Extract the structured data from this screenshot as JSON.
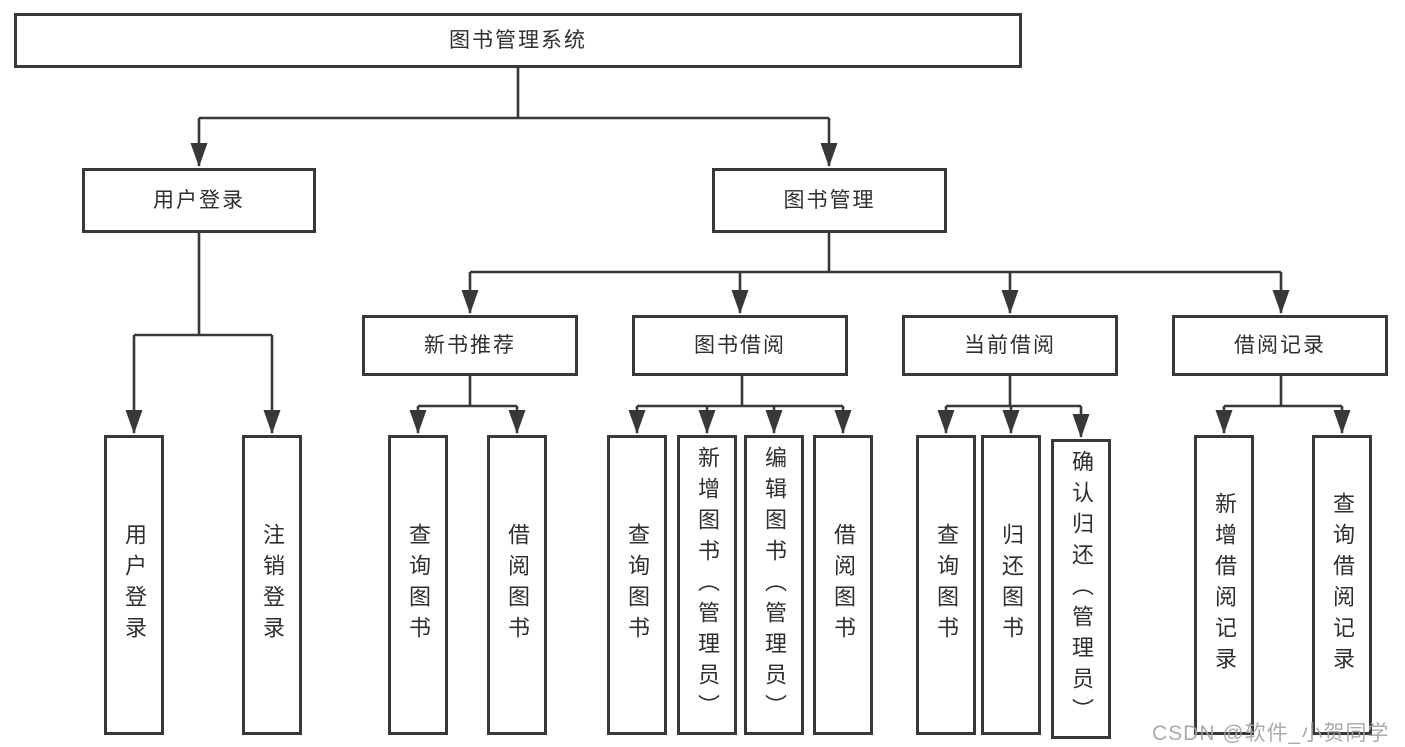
{
  "diagram": {
    "type": "hierarchy-tree",
    "colors": {
      "line": "#383838",
      "box_border": "#383838",
      "box_background": "#ffffff",
      "text": "#2f2f2f",
      "watermark": "#a4a4a4"
    },
    "nodes": {
      "root": "图书管理系统",
      "user_login": "用户登录",
      "book_mgmt": "图书管理",
      "new_book_rec": "新书推荐",
      "book_borrow": "图书借阅",
      "current_borrow": "当前借阅",
      "borrow_record": "借阅记录",
      "leaf_user_login": "用户登录",
      "leaf_logout": "注销登录",
      "leaf_nb_query": "查询图书",
      "leaf_nb_borrow": "借阅图书",
      "leaf_bb_query": "查询图书",
      "leaf_bb_add": "新增图书（管理员）",
      "leaf_bb_edit": "编辑图书（管理员）",
      "leaf_bb_borrow": "借阅图书",
      "leaf_cb_query": "查询图书",
      "leaf_cb_return": "归还图书",
      "leaf_cb_confirm": "确认归还（管理员）",
      "leaf_br_add": "新增借阅记录",
      "leaf_br_query": "查询借阅记录"
    },
    "edges": [
      [
        "图书管理系统",
        "用户登录"
      ],
      [
        "图书管理系统",
        "图书管理"
      ],
      [
        "用户登录",
        "用户登录(叶)"
      ],
      [
        "用户登录",
        "注销登录"
      ],
      [
        "图书管理",
        "新书推荐"
      ],
      [
        "图书管理",
        "图书借阅"
      ],
      [
        "图书管理",
        "当前借阅"
      ],
      [
        "图书管理",
        "借阅记录"
      ],
      [
        "新书推荐",
        "查询图书"
      ],
      [
        "新书推荐",
        "借阅图书"
      ],
      [
        "图书借阅",
        "查询图书"
      ],
      [
        "图书借阅",
        "新增图书（管理员）"
      ],
      [
        "图书借阅",
        "编辑图书（管理员）"
      ],
      [
        "图书借阅",
        "借阅图书"
      ],
      [
        "当前借阅",
        "查询图书"
      ],
      [
        "当前借阅",
        "归还图书"
      ],
      [
        "当前借阅",
        "确认归还（管理员）"
      ],
      [
        "借阅记录",
        "新增借阅记录"
      ],
      [
        "借阅记录",
        "查询借阅记录"
      ]
    ],
    "watermark": "CSDN @软件_小贺同学"
  }
}
